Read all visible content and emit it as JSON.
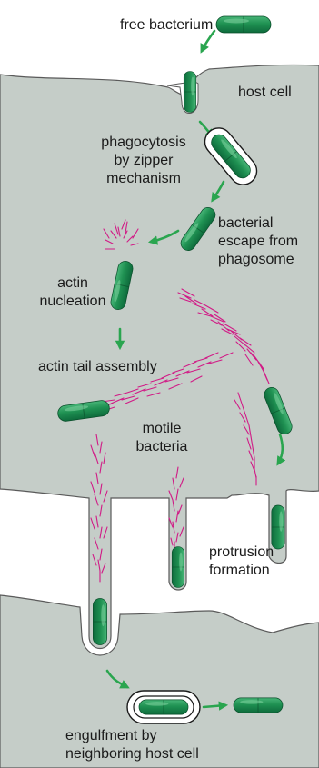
{
  "labels": {
    "free_bacterium": "free bacterium",
    "host_cell": "host cell",
    "phagocytosis_1": "phagocytosis",
    "phagocytosis_2": "by zipper",
    "phagocytosis_3": "mechanism",
    "escape_1": "bacterial",
    "escape_2": "escape from",
    "escape_3": "phagosome",
    "actin_nucleation_1": "actin",
    "actin_nucleation_2": "nucleation",
    "actin_tail": "actin tail assembly",
    "motile_1": "motile",
    "motile_2": "bacteria",
    "protrusion_1": "protrusion",
    "protrusion_2": "formation",
    "engulfment_1": "engulfment by",
    "engulfment_2": "neighboring host cell"
  },
  "colors": {
    "cell_fill": "#c5cdc8",
    "cell_outline": "#5a5a5a",
    "bacterium_dark": "#0e6b3c",
    "bacterium_mid": "#1f9152",
    "bacterium_light": "#47b577",
    "actin": "#d11a86",
    "arrow": "#2aa54f",
    "membrane_halo": "#ffffff"
  }
}
